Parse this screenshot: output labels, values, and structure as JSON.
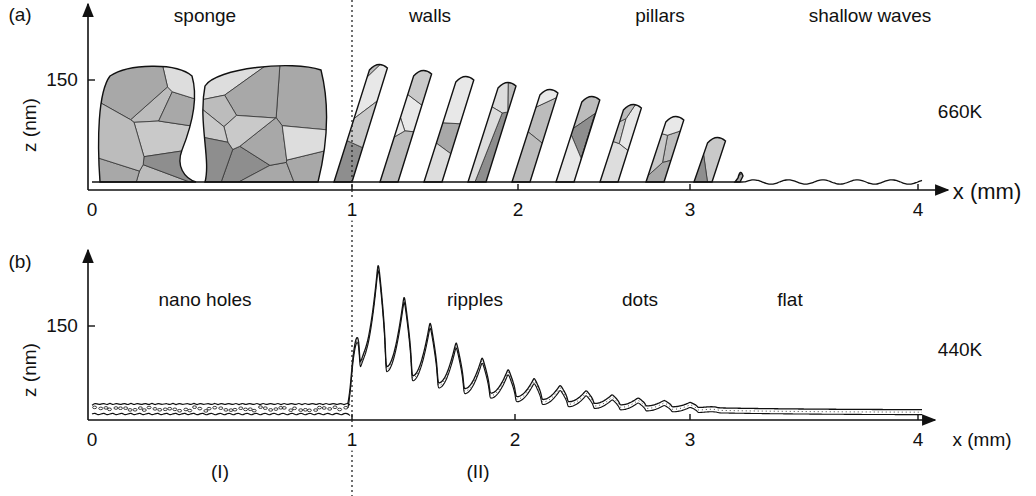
{
  "diagram": {
    "labels": [
      "(a)",
      "sponge",
      "walls",
      "pillars",
      "shallow waves",
      "150",
      "z (nm)",
      "660K",
      "0",
      "1",
      "2",
      "3",
      "4",
      "x (mm)",
      "(b)",
      "nano holes",
      "ripples",
      "dots",
      "flat",
      "150",
      "z (nm)",
      "440K",
      "0",
      "1",
      "2",
      "3",
      "4",
      "x (mm)",
      "(I)",
      "(II)"
    ]
  }
}
